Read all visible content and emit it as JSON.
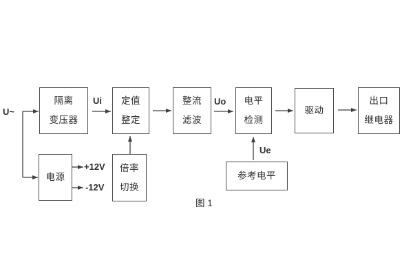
{
  "diagram": {
    "caption": "图 1"
  },
  "labels": {
    "input": "U~",
    "ui": "Ui",
    "uo": "Uo",
    "ue": "Ue",
    "rail_pos": "+12V",
    "rail_neg": "-12V"
  },
  "blocks": {
    "isolation_transformer": {
      "line1": "隔离",
      "line2": "变压器"
    },
    "setpoint_setting": {
      "line1": "定值",
      "line2": "整定"
    },
    "rectifier_filter": {
      "line1": "整流",
      "line2": "滤波"
    },
    "level_detection": {
      "line1": "电平",
      "line2": "检测"
    },
    "driver": {
      "line1": "驱动"
    },
    "output_relay": {
      "line1": "出口",
      "line2": "继电器"
    },
    "power_supply": {
      "line1": "电源"
    },
    "ratio_switch": {
      "line1": "倍率",
      "line2": "切换"
    },
    "reference_level": {
      "line1": "参考电平"
    }
  },
  "colors": {
    "line": "#3f3f3f",
    "border": "#4a4a4a",
    "text": "#2d2d2d",
    "background": "#ffffff"
  }
}
